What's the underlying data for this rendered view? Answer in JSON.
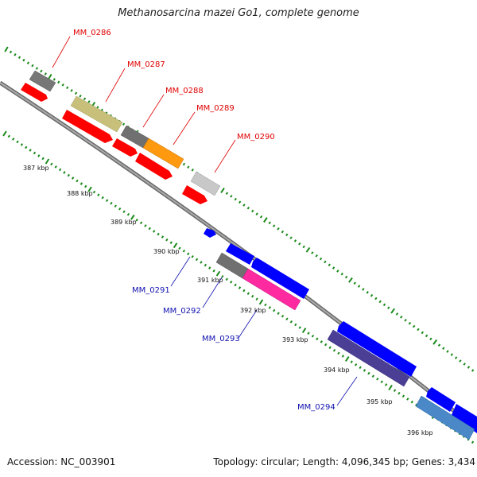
{
  "title": "Methanosarcina mazei Go1, complete genome",
  "footer": {
    "accession": "Accession: NC_003901",
    "topology": "Topology: circular;",
    "length": "Length: 4,096,345 bp;",
    "genes": "Genes: 3,434"
  },
  "colors": {
    "backbone": "#888888",
    "tick": "#1a8a1a",
    "label_top": "#e00000",
    "label_bottom": "#1010b0"
  },
  "kbp_ticks": [
    "387 kbp",
    "388 kbp",
    "389 kbp",
    "390 kbp",
    "391 kbp",
    "392 kbp",
    "393 kbp",
    "394 kbp",
    "395 kbp",
    "396 kbp"
  ],
  "genes_top": [
    {
      "id": "MM_0286",
      "color": "#777777"
    },
    {
      "id": "MM_0287",
      "color": "#c8c07a"
    },
    {
      "id": "MM_0288",
      "color": "#707070"
    },
    {
      "id": "MM_0289",
      "color": "#ff9910"
    },
    {
      "id": "MM_0290",
      "color": "#c8c8c8"
    }
  ],
  "genes_bottom": [
    {
      "id": "MM_0291",
      "color": "#1010f0"
    },
    {
      "id": "MM_0292",
      "color": "#707070"
    },
    {
      "id": "MM_0293",
      "color": "#ff2aa0"
    },
    {
      "id": "MM_0294",
      "color": "#4a3f94"
    }
  ],
  "cds_color": "#ff0000",
  "cds_color_bottom": "#0000ff"
}
